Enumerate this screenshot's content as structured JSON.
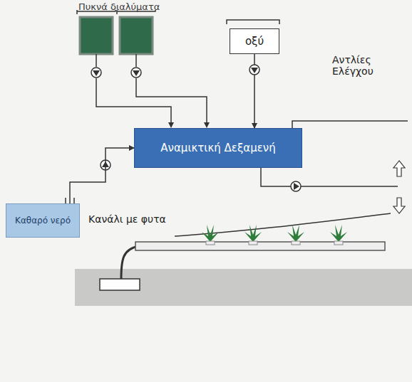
{
  "diagram": {
    "nodes": [
      {
        "text": [
          "οξύ"
        ]
      },
      {
        "text": [
          "Αναμικτική Δεξαμενή"
        ]
      },
      {
        "text": [
          "Καθαρό νερό"
        ]
      }
    ],
    "edges": [
      {
        "from": 0,
        "to": 1,
        "arrow": "to"
      },
      {
        "from": 2,
        "to": 1,
        "arrow": "to"
      }
    ],
    "labels": [
      "Πυκνά διαλύματα",
      "Αντλίες Ελέγχου",
      "Κανάλι με φυτα"
    ]
  }
}
